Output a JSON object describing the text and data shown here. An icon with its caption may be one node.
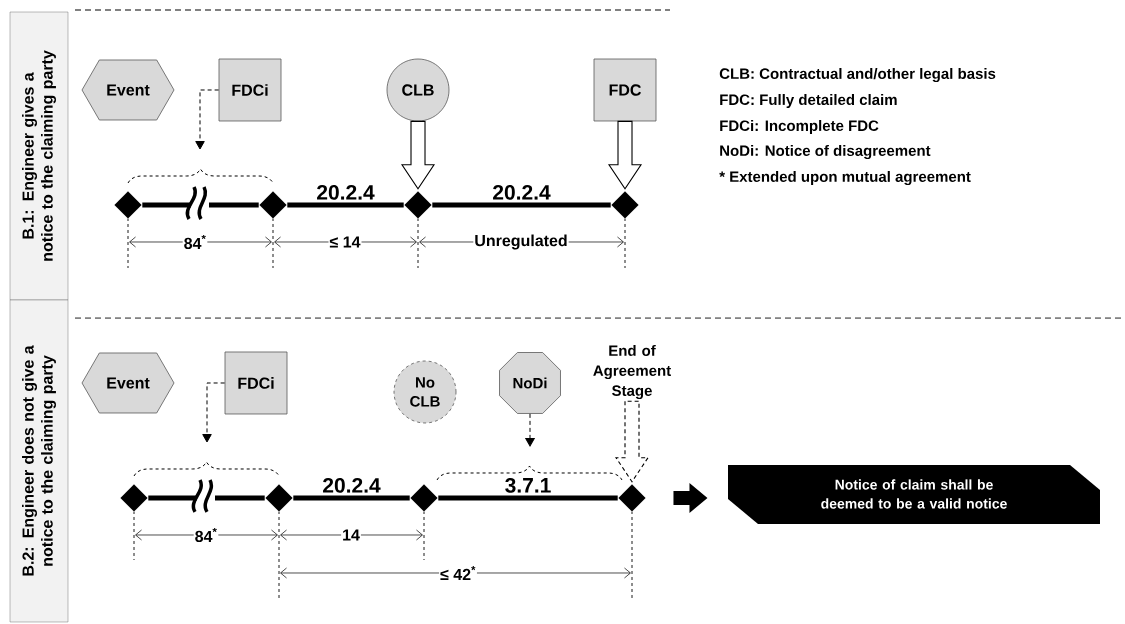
{
  "diagram": {
    "nodes": [
      {
        "text": [
          "B.1: Engineer gives a notice to the claiming party"
        ]
      },
      {
        "text": [
          "Event"
        ]
      },
      {
        "text": [
          "FDCi"
        ]
      },
      {
        "text": [
          "CLB"
        ]
      },
      {
        "text": [
          "FDC"
        ]
      },
      {
        "text": [],
        "shape": "diamond"
      },
      {
        "text": [],
        "shape": "diamond"
      },
      {
        "text": [],
        "shape": "diamond"
      },
      {
        "text": [],
        "shape": "diamond"
      },
      {
        "text": [
          "B.2: Engineer does not give a notice to the claiming party"
        ]
      },
      {
        "text": [
          "Event"
        ]
      },
      {
        "text": [
          "FDCi"
        ]
      },
      {
        "text": [
          "No CLB"
        ]
      },
      {
        "text": [
          "NoDi"
        ]
      },
      {
        "text": [
          "End of Agreement Stage"
        ]
      },
      {
        "text": [],
        "shape": "diamond"
      },
      {
        "text": [],
        "shape": "diamond"
      },
      {
        "text": [],
        "shape": "diamond"
      },
      {
        "text": [],
        "shape": "diamond"
      },
      {
        "text": [
          "Notice of claim shall be deemed to be a valid notice"
        ]
      }
    ],
    "edges": [
      {
        "from": 2,
        "to": null,
        "arrow": "to",
        "style": "dashed"
      },
      {
        "from": 3,
        "to": 7,
        "arrow": "to"
      },
      {
        "from": 4,
        "to": 8,
        "arrow": "to"
      },
      {
        "from": 5,
        "to": 6,
        "arrow": "none"
      },
      {
        "from": 6,
        "to": 7,
        "arrow": "none",
        "label": "20.2.4"
      },
      {
        "from": 7,
        "to": 8,
        "arrow": "none",
        "label": "20.2.4"
      },
      {
        "from": 11,
        "to": null,
        "arrow": "to",
        "style": "dashed"
      },
      {
        "from": 13,
        "to": null,
        "arrow": "to",
        "style": "dashed"
      },
      {
        "from": 14,
        "to": 18,
        "arrow": "to",
        "style": "dashed"
      },
      {
        "from": 15,
        "to": 16,
        "arrow": "none"
      },
      {
        "from": 16,
        "to": 17,
        "arrow": "none",
        "label": "20.2.4"
      },
      {
        "from": 17,
        "to": 18,
        "arrow": "none",
        "label": "3.7.1"
      },
      {
        "from": 18,
        "to": 19,
        "arrow": "to"
      }
    ],
    "labels": [
      "CLB: Contractual and/other legal basis",
      "FDC: Fully detailed claim",
      "FDCi: Incomplete FDC",
      "NoDi: Notice of disagreement",
      "* Extended upon mutual agreement",
      "84$^{*}$",
      "≤ 14",
      "Unregulated",
      "84$^{*}$",
      "14",
      "≤ 42$^{*}$"
    ]
  }
}
